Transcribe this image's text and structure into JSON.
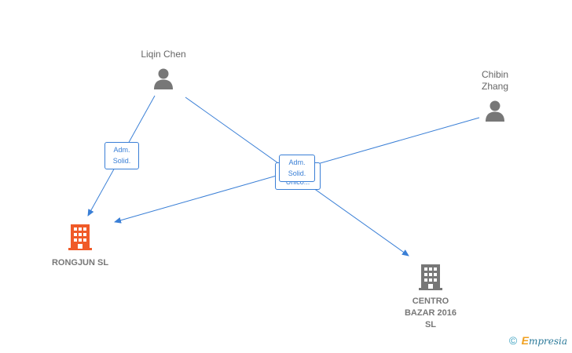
{
  "people": [
    {
      "id": "liqin",
      "name": "Liqin Chen",
      "icon": "person-icon"
    },
    {
      "id": "chibin",
      "name": "Chibin\nZhang",
      "icon": "person-icon"
    }
  ],
  "companies": [
    {
      "id": "rongjun",
      "name": "RONGJUN  SL",
      "icon": "building-icon",
      "color": "#f05a28"
    },
    {
      "id": "centro",
      "name": "CENTRO\nBAZAR 2016\nSL",
      "icon": "building-icon",
      "color": "#777777"
    }
  ],
  "edge_labels": {
    "liqin_rongjun": "Adm.\nSolid.",
    "center_top": "Adm.\nSolid.",
    "center_back": "Unico..."
  },
  "colors": {
    "edge": "#3a7fd6",
    "person": "#777777"
  },
  "footer": {
    "copyright": "©",
    "brand_initial": "E",
    "brand_rest": "mpresia"
  }
}
